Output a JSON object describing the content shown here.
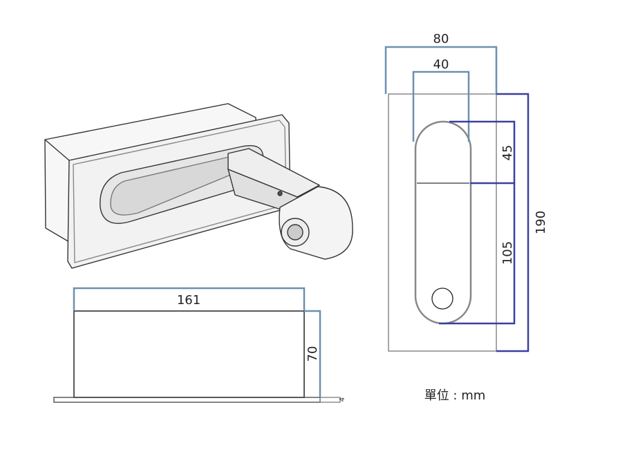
{
  "colors": {
    "outer_dim": "#6d8fb0",
    "inner_dim": "#3a3fa0",
    "outline": "#555555"
  },
  "dimensions": {
    "top_view_width": "80",
    "slot_width": "40",
    "head_length": "45",
    "slot_lower_length": "105",
    "total_height": "190",
    "side_length": "161",
    "depth": "70",
    "plate_thickness": "4"
  },
  "unit_label": "單位 : mm"
}
